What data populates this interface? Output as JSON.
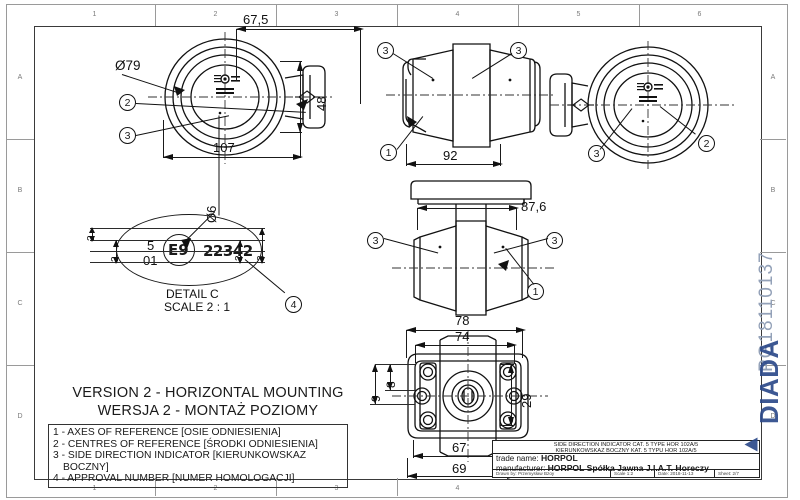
{
  "sheet": {
    "zones_top": [
      "1",
      "2",
      "3",
      "4",
      "5",
      "6"
    ],
    "zones_left": [
      "A",
      "B",
      "C",
      "D"
    ]
  },
  "watermark": {
    "code": "PG18110137",
    "logo": "DIADA"
  },
  "version_block": {
    "line_en": "VERSION 2 - HORIZONTAL MOUNTING",
    "line_pl": "WERSJA 2 - MONTAŻ POZIOMY"
  },
  "legend": [
    "1 - AXES OF REFERENCE [OSIE ODNIESIENIA]",
    "2 - CENTRES OF REFERENCE [ŚRODKI ODNIESIENIA]",
    "3 - SIDE DIRECTION INDICATOR [KIERUNKOWSKAZ",
    "BOCZNY]",
    "4 - APPROVAL NUMBER [NUMER HOMOLOGACJI]"
  ],
  "title_block": {
    "desc_en": "SIDE DIRECTION INDICATOR CAT. 5 TYPE HOR 102A/5",
    "desc_pl": "KIERUNKOWSKAZ BOCZNY KAT. 5 TYPU HOR 102A/5",
    "trade_name_label": "trade name:",
    "trade_name_value": "HORPOL",
    "manufacturer_label": "manufacturer:",
    "manufacturer_value": "HORPOL Spółka Jawna  J.I.A.T. Horeczy",
    "drawn_by": "Drawn by: Przemysław Bzoy",
    "scale": "Scale 1:2",
    "date": "Date: 2018-11-13",
    "sheet": "Sheet: 2/7"
  },
  "detail": {
    "title": "DETAIL C",
    "scale": "SCALE 2 : 1",
    "stamp_e": "E9",
    "stamp_number": "22342",
    "mark_5": "5",
    "mark_01": "01",
    "dia6": "Ø6",
    "d2a": "2",
    "d2b": "2",
    "d2c": "2",
    "d3": "3"
  },
  "dimensions": {
    "dia79": "Ø79",
    "d67_5": "67,5",
    "d48": "48",
    "d107": "107",
    "d92": "92",
    "d87_6": "87,6",
    "d78": "78",
    "d74": "74",
    "d67": "67",
    "d69": "69",
    "d29": "29",
    "d8": "8",
    "d9": "9"
  },
  "balloons": {
    "b1": "1",
    "b2": "2",
    "b3": "3",
    "b4": "4"
  }
}
